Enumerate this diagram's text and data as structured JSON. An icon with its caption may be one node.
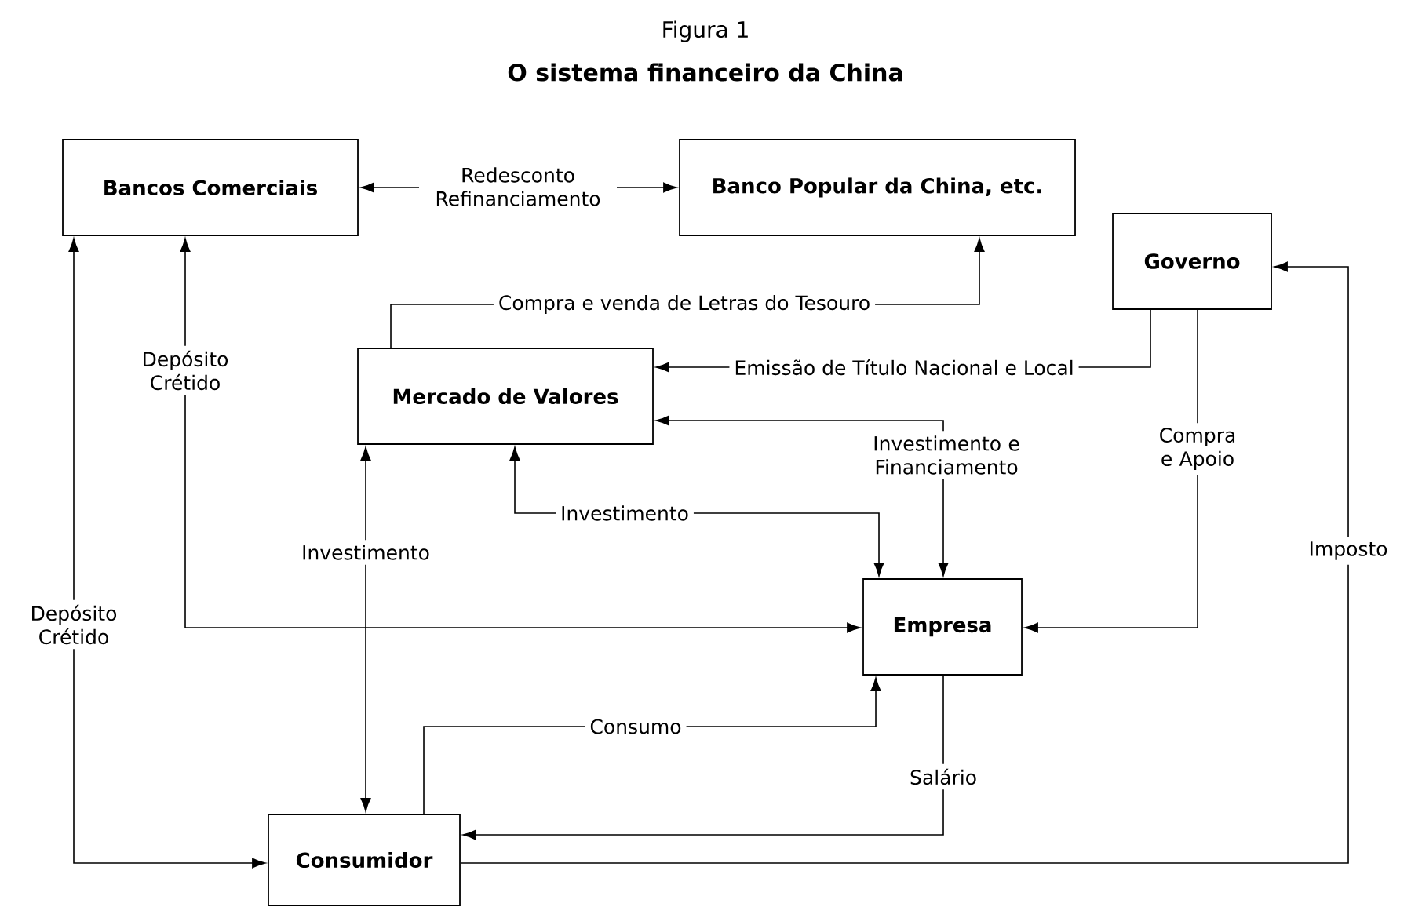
{
  "diagram": {
    "title": "O sistema financeiro da China",
    "nodes": [
      {
        "text": [
          "Bancos Comerciais"
        ]
      },
      {
        "text": [
          "Banco Popular da China, etc."
        ]
      },
      {
        "text": [
          "Governo"
        ]
      },
      {
        "text": [
          "Mercado de Valores"
        ]
      },
      {
        "text": [
          "Empresa"
        ]
      },
      {
        "text": [
          "Consumidor"
        ]
      }
    ],
    "edges": [
      {
        "from": 0,
        "to": 1,
        "arrow": "both",
        "label": "Redesconto Refinanciamento"
      },
      {
        "from": 3,
        "to": 1,
        "arrow": "to",
        "label": "Compra e venda de Letras do Tesouro"
      },
      {
        "from": 2,
        "to": 3,
        "arrow": "to",
        "label": "Emissão de Título Nacional e Local"
      },
      {
        "from": 3,
        "to": 4,
        "arrow": "both",
        "label": "Investimento e Financiamento"
      },
      {
        "from": 3,
        "to": 4,
        "arrow": "both",
        "label": "Investimento"
      },
      {
        "from": 0,
        "to": 4,
        "arrow": "both",
        "label": "Depósito Crétido"
      },
      {
        "from": 0,
        "to": 5,
        "arrow": "both",
        "label": "Depósito Crétido"
      },
      {
        "from": 3,
        "to": 5,
        "arrow": "both",
        "label": "Investimento"
      },
      {
        "from": 2,
        "to": 4,
        "arrow": "to",
        "label": "Compra e Apoio"
      },
      {
        "from": 5,
        "to": 2,
        "arrow": "to",
        "label": "Imposto"
      },
      {
        "from": 5,
        "to": 4,
        "arrow": "to",
        "label": "Consumo"
      },
      {
        "from": 4,
        "to": 5,
        "arrow": "to",
        "label": "Salário"
      }
    ],
    "labels": [
      "Figura 1"
    ]
  }
}
